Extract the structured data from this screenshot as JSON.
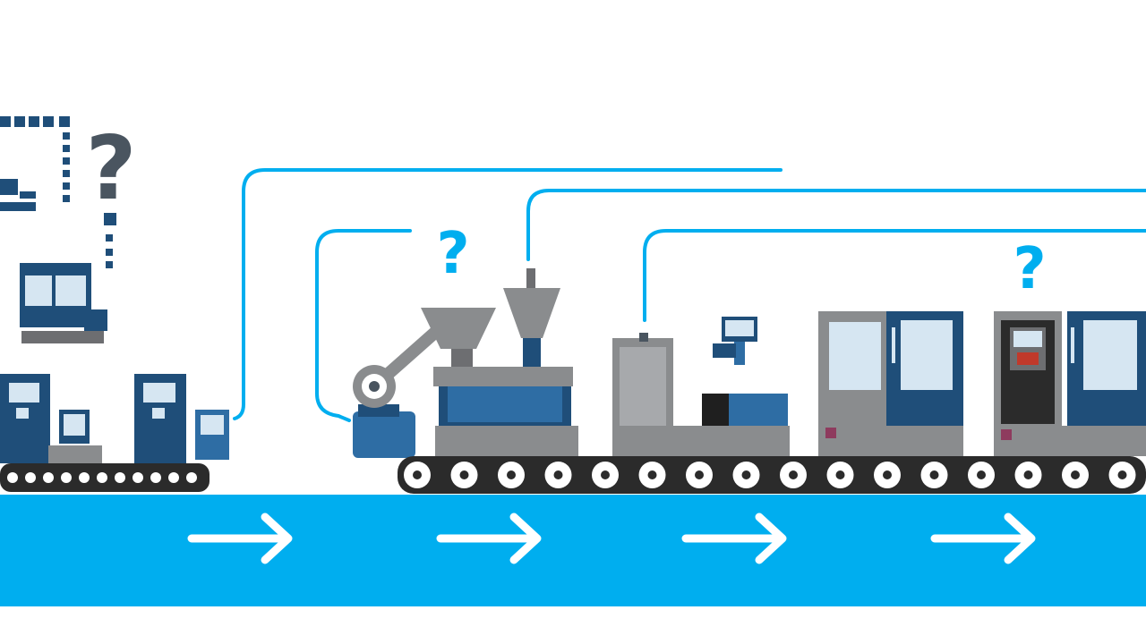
{
  "colors": {
    "accent_blue": "#00AEEF",
    "machine_gray": "#8A8C8E",
    "machine_dark_gray": "#6D6E71",
    "machine_navy": "#1F4E79",
    "machine_blue": "#2E6DA4",
    "screen_light": "#D6E6F2",
    "conveyor_dark": "#2B2B2B",
    "roller_white": "#FFFFFF",
    "arrow_white": "#FFFFFF",
    "question_dark": "#4A5560"
  },
  "icons": {
    "question_marks": [
      "question-mark-icon",
      "question-mark-icon",
      "question-mark-icon"
    ],
    "flow_arrows": [
      "arrow-right-icon",
      "arrow-right-icon",
      "arrow-right-icon",
      "arrow-right-icon"
    ]
  },
  "question_marks": [
    "?",
    "?",
    "?"
  ],
  "stations": [
    {
      "name": "small-machines-cluster"
    },
    {
      "name": "robot-arm"
    },
    {
      "name": "hopper-press"
    },
    {
      "name": "inspection-station"
    },
    {
      "name": "enclosed-machine-1"
    },
    {
      "name": "enclosed-machine-2"
    }
  ]
}
